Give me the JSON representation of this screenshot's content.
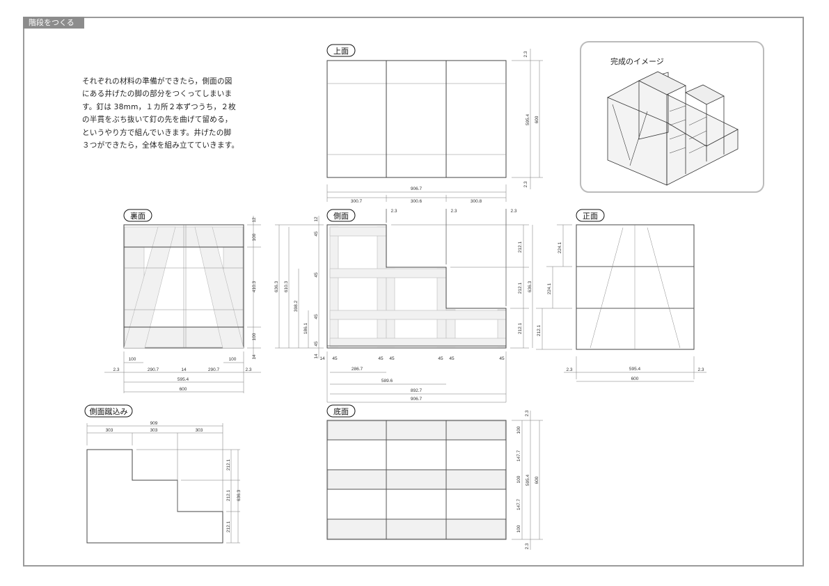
{
  "header": {
    "title": "階段をつくる"
  },
  "intro": {
    "lines": [
      "それぞれの材料の準備ができたら，側面の図",
      "にある井げたの脚の部分をつくってしまいま",
      "す。釘は 38mm，１カ所２本ずつうち，２枚",
      "の半貫をぶち抜いて釘の先を曲げて留める，",
      "というやり方で組んでいきます。井げたの脚",
      "３つができたら，全体を組み立てていきます。"
    ]
  },
  "image_box": {
    "caption": "完成のイメージ"
  },
  "views": {
    "top": {
      "label": "上面",
      "dims": [
        "2.3",
        "595.4",
        "600",
        "2.3",
        "906.7",
        "300.7",
        "300.6",
        "300.8"
      ]
    },
    "side": {
      "label": "側面",
      "dims": [
        "2.3",
        "2.3",
        "2.3",
        "12",
        "45",
        "45",
        "45",
        "45",
        "14",
        "636.3",
        "610.3",
        "398.2",
        "186.1",
        "212.1",
        "212.1",
        "212.1",
        "636.3",
        "14",
        "45",
        "45",
        "45",
        "45",
        "45",
        "45",
        "286.7",
        "589.6",
        "892.7",
        "906.7"
      ]
    },
    "back": {
      "label": "裏面",
      "dims": [
        "12",
        "100",
        "410.3",
        "100",
        "14",
        "100",
        "100",
        "2.3",
        "290.7",
        "14",
        "290.7",
        "2.3",
        "595.4",
        "600"
      ]
    },
    "front": {
      "label": "正面",
      "dims": [
        "224.1",
        "224.1",
        "212.1",
        "2.3",
        "595.4",
        "2.3",
        "600"
      ]
    },
    "kick": {
      "label": "側面蹴込み",
      "dims": [
        "909",
        "303",
        "303",
        "303",
        "212.1",
        "212.1",
        "212.1",
        "636.3"
      ]
    },
    "bottom": {
      "label": "底面",
      "dims": [
        "2.3",
        "100",
        "147.7",
        "100",
        "147.7",
        "100",
        "595.4",
        "600",
        "2.3"
      ]
    }
  }
}
